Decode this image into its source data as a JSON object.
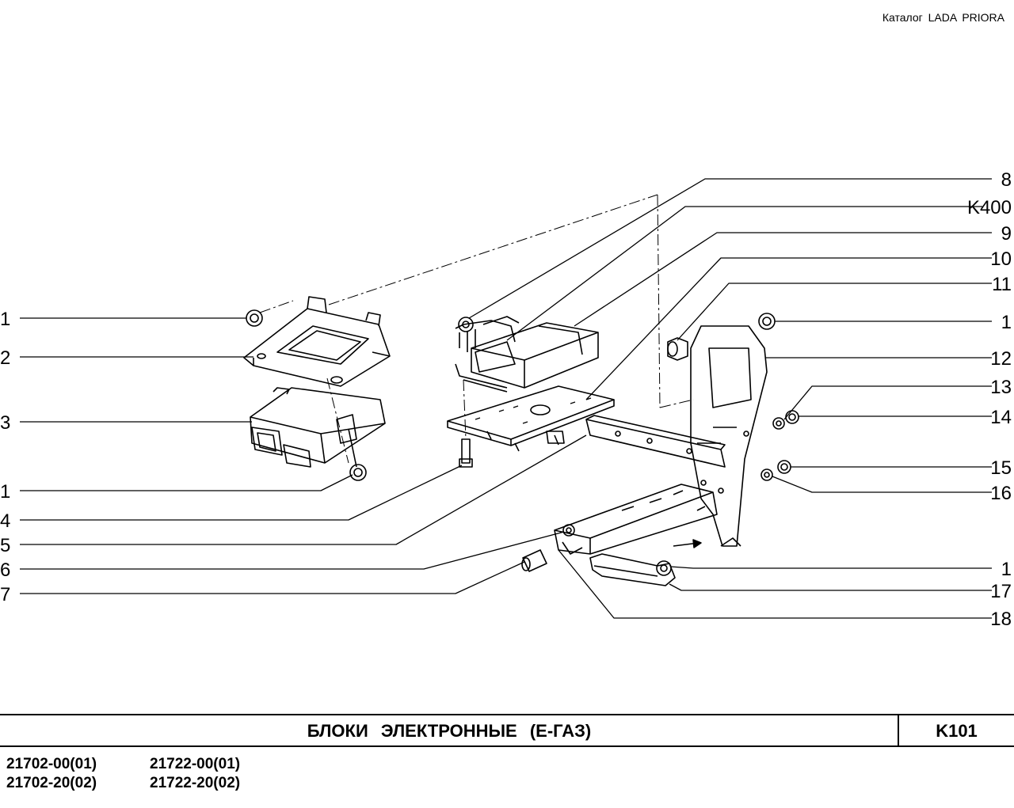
{
  "header": {
    "catalog": "Каталог  LADA  PRIORA"
  },
  "callouts": {
    "left": [
      "1",
      "2",
      "3",
      "1",
      "4",
      "5",
      "6",
      "7"
    ],
    "right": [
      "8",
      "K400",
      "9",
      "10",
      "11",
      "1",
      "12",
      "13",
      "14",
      "15",
      "16",
      "1",
      "17",
      "18"
    ]
  },
  "footer": {
    "title": "БЛОКИ   ЭЛЕКТРОННЫЕ  (Е-ГАЗ)",
    "code": "K101",
    "models_col1": [
      "21702-00(01)",
      "21702-20(02)"
    ],
    "models_col2": [
      "21722-00(01)",
      "21722-20(02)"
    ]
  }
}
